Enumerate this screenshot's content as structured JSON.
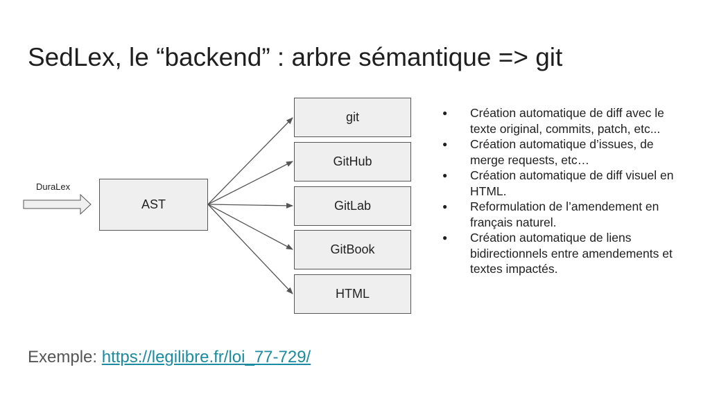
{
  "title": "SedLex, le “backend” : arbre sémantique => git",
  "input_label": "DuraLex",
  "ast_label": "AST",
  "targets": [
    "git",
    "GitHub",
    "GitLab",
    "GitBook",
    "HTML"
  ],
  "bullets": [
    "Création automatique de diff avec le texte original, commits, patch, etc...",
    "Création automatique d’issues, de merge requests, etc…",
    "Création automatique de diff visuel en HTML.",
    "Reformulation de l’amendement en français naturel.",
    "Création automatique de liens bidirectionnels entre amendements et textes impactés."
  ],
  "bullet_glyph": "●",
  "example": {
    "label": "Exemple:",
    "link": "https://legilibre.fr/loi_77-729/"
  },
  "colors": {
    "box_fill": "#efefef",
    "box_border": "#555555",
    "link": "#1a8ba0"
  }
}
